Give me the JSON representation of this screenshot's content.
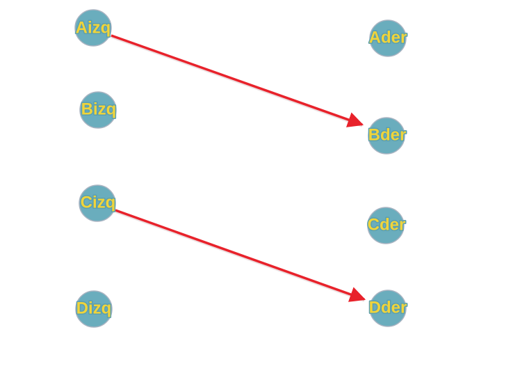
{
  "colors": {
    "node_fill": "#6aadbd",
    "label_fill": "#f0d43a",
    "label_stroke": "#5a9fb0",
    "edge": "#e8222b",
    "edge_shadow": "#c9a3a5"
  },
  "nodes": [
    {
      "id": "aizq",
      "label": "Aizq"
    },
    {
      "id": "bizq",
      "label": "Bizq"
    },
    {
      "id": "cizq",
      "label": "Cizq"
    },
    {
      "id": "dizq",
      "label": "Dizq"
    },
    {
      "id": "ader",
      "label": "Ader"
    },
    {
      "id": "bder",
      "label": "Bder"
    },
    {
      "id": "cder",
      "label": "Cder"
    },
    {
      "id": "dder",
      "label": "Dder"
    }
  ],
  "edges": [
    {
      "from": "aizq",
      "to": "bder"
    },
    {
      "from": "cizq",
      "to": "dder"
    }
  ]
}
